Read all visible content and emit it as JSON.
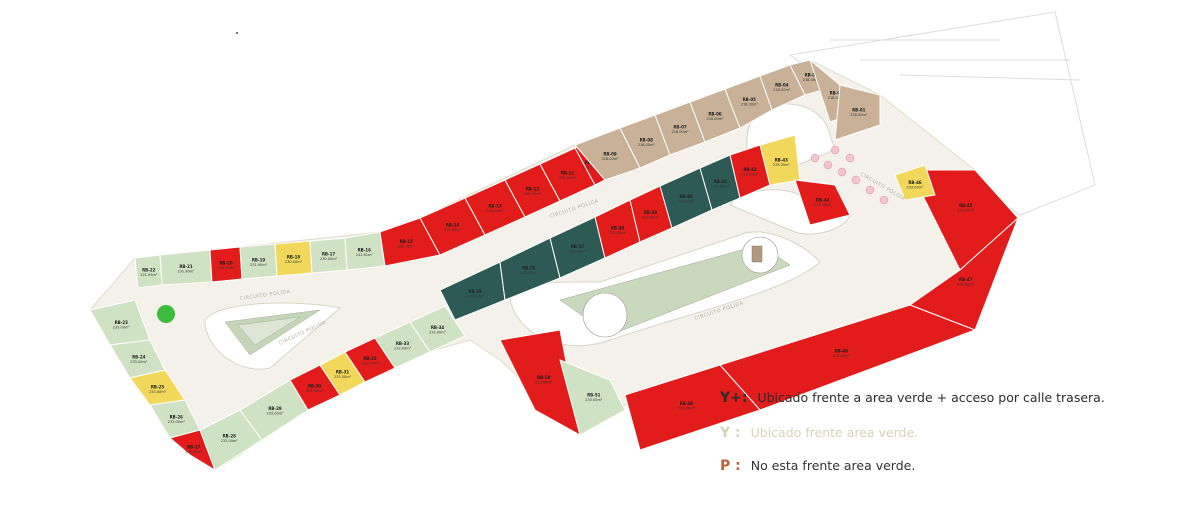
{
  "colors": {
    "red": "#e21b1b",
    "yellow": "#f1d85a",
    "tan": "#c8b196",
    "teal": "#2e5a55",
    "lightgreen": "#cfe3c4",
    "road": "#f3f1ea",
    "roadline": "#e0dcc8",
    "greenspot": "#3dbb3d"
  },
  "legend": [
    {
      "key": "Y+:",
      "text": "Ubicado frente a area verde + acceso por calle trasera."
    },
    {
      "key": "Y :",
      "text": "Ubicado frente area verde."
    },
    {
      "key": "P :",
      "text": "No esta frente area verde."
    }
  ],
  "streets": [
    "CIRCUITO POLIDA",
    "CIRCUITO POLIDA",
    "CIRCUITO POLIDA",
    "CIRCUITO POLIDA",
    "CIRCUITO POLIDA"
  ],
  "lots": [
    {
      "code": "RB-22",
      "area": "221.99m²",
      "status": "lightgreen"
    },
    {
      "code": "RB-21",
      "area": "231.90m²",
      "status": "lightgreen"
    },
    {
      "code": "RB-20",
      "area": "231.90m²",
      "status": "red"
    },
    {
      "code": "RB-19",
      "area": "231.90m²",
      "status": "lightgreen"
    },
    {
      "code": "RB-18",
      "area": "230.00m²",
      "status": "yellow"
    },
    {
      "code": "RB-17",
      "area": "230.00m²",
      "status": "lightgreen"
    },
    {
      "code": "RB-16",
      "area": "241.61m²",
      "status": "lightgreen"
    },
    {
      "code": "RB-15",
      "area": "242.00m²",
      "status": "red"
    },
    {
      "code": "RB-14",
      "area": "237.59m²",
      "status": "red"
    },
    {
      "code": "RB-13",
      "area": "235.00m²",
      "status": "red"
    },
    {
      "code": "RB-12",
      "area": "235.00m²",
      "status": "red"
    },
    {
      "code": "RB-11",
      "area": "235.00m²",
      "status": "red"
    },
    {
      "code": "RB-10",
      "area": "235.00m²",
      "status": "red"
    },
    {
      "code": "RB-09",
      "area": "218.00m²",
      "status": "tan"
    },
    {
      "code": "RB-08",
      "area": "218.00m²",
      "status": "tan"
    },
    {
      "code": "RB-07",
      "area": "218.00m²",
      "status": "tan"
    },
    {
      "code": "RB-06",
      "area": "218.00m²",
      "status": "tan"
    },
    {
      "code": "RB-05",
      "area": "218.00m²",
      "status": "tan"
    },
    {
      "code": "RB-04",
      "area": "218.00m²",
      "status": "tan"
    },
    {
      "code": "RB-03",
      "area": "218.00m²",
      "status": "tan"
    },
    {
      "code": "RB-02",
      "area": "218.00m²",
      "status": "tan"
    },
    {
      "code": "RB-01",
      "area": "218.00m²",
      "status": "tan"
    },
    {
      "code": "RB-23",
      "area": "233.00m²",
      "status": "lightgreen"
    },
    {
      "code": "RB-24",
      "area": "233.00m²",
      "status": "lightgreen"
    },
    {
      "code": "RB-25",
      "area": "233.00m²",
      "status": "yellow"
    },
    {
      "code": "RB-26",
      "area": "233.00m²",
      "status": "lightgreen"
    },
    {
      "code": "RB-27",
      "area": "233.00m²",
      "status": "red"
    },
    {
      "code": "RB-28",
      "area": "233.00m²",
      "status": "lightgreen"
    },
    {
      "code": "RB-29",
      "area": "233.00m²",
      "status": "lightgreen"
    },
    {
      "code": "RB-30",
      "area": "233.00m²",
      "status": "red"
    },
    {
      "code": "RB-31",
      "area": "233.00m²",
      "status": "yellow"
    },
    {
      "code": "RB-32",
      "area": "233.00m²",
      "status": "red"
    },
    {
      "code": "RB-33",
      "area": "233.00m²",
      "status": "lightgreen"
    },
    {
      "code": "RB-34",
      "area": "233.00m²",
      "status": "lightgreen"
    },
    {
      "code": "RB-35",
      "area": "233.00m²",
      "status": "teal"
    },
    {
      "code": "RB-36",
      "area": "233.00m²",
      "status": "teal"
    },
    {
      "code": "RB-37",
      "area": "233.00m²",
      "status": "teal"
    },
    {
      "code": "RB-38",
      "area": "233.00m²",
      "status": "red"
    },
    {
      "code": "RB-39",
      "area": "233.00m²",
      "status": "red"
    },
    {
      "code": "RB-40",
      "area": "233.00m²",
      "status": "teal"
    },
    {
      "code": "RB-41",
      "area": "233.00m²",
      "status": "teal"
    },
    {
      "code": "RB-42",
      "area": "233.00m²",
      "status": "red"
    },
    {
      "code": "RB-43",
      "area": "233.00m²",
      "status": "yellow"
    },
    {
      "code": "RB-44",
      "area": "233.00m²",
      "status": "red"
    },
    {
      "code": "RB-45",
      "area": "233.00m²",
      "status": "red"
    },
    {
      "code": "RB-46",
      "area": "233.00m²",
      "status": "yellow"
    },
    {
      "code": "RB-47",
      "area": "233.00m²",
      "status": "red"
    },
    {
      "code": "RB-48",
      "area": "233.00m²",
      "status": "red"
    },
    {
      "code": "RB-49",
      "area": "233.00m²",
      "status": "red"
    },
    {
      "code": "RB-50",
      "area": "233.00m²",
      "status": "red"
    },
    {
      "code": "RB-51",
      "area": "233.00m²",
      "status": "lightgreen"
    }
  ]
}
